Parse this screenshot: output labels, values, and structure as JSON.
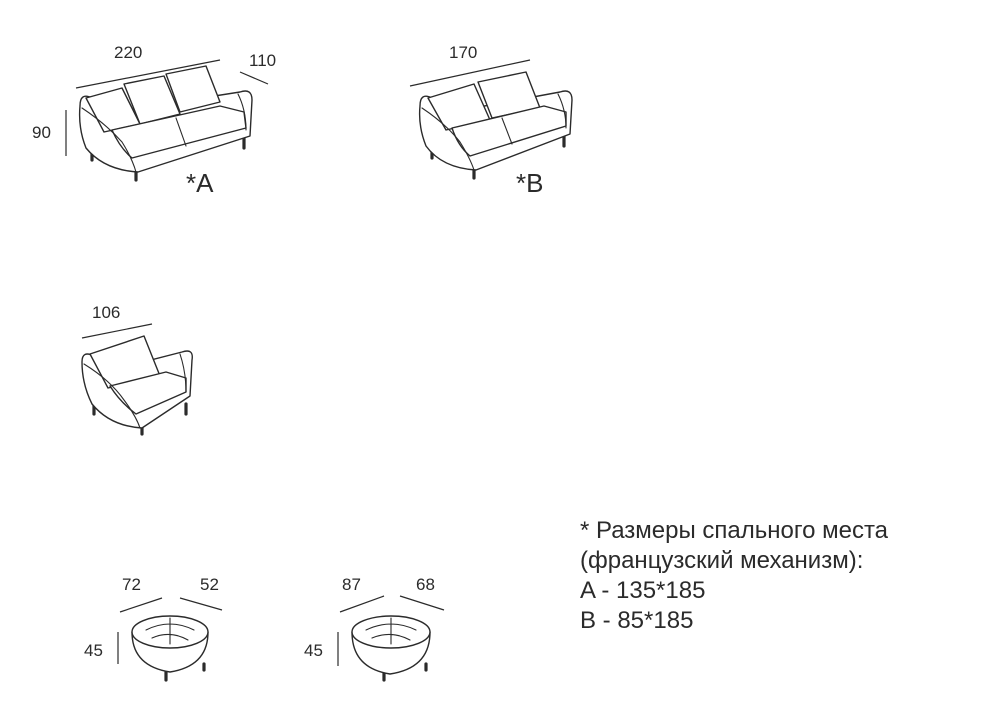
{
  "sofa_a": {
    "width": "220",
    "depth": "110",
    "height": "90",
    "marker": "*A"
  },
  "sofa_b": {
    "width": "170",
    "marker": "*B"
  },
  "armchair": {
    "width": "106"
  },
  "pouf_small": {
    "width": "72",
    "depth": "52",
    "height": "45"
  },
  "pouf_large": {
    "width": "87",
    "depth": "68",
    "height": "45"
  },
  "sleeping_note": {
    "line1": "* Размеры спального места",
    "line2": "(французский механизм):",
    "line3": "A - 135*185",
    "line4": "B - 85*185"
  }
}
